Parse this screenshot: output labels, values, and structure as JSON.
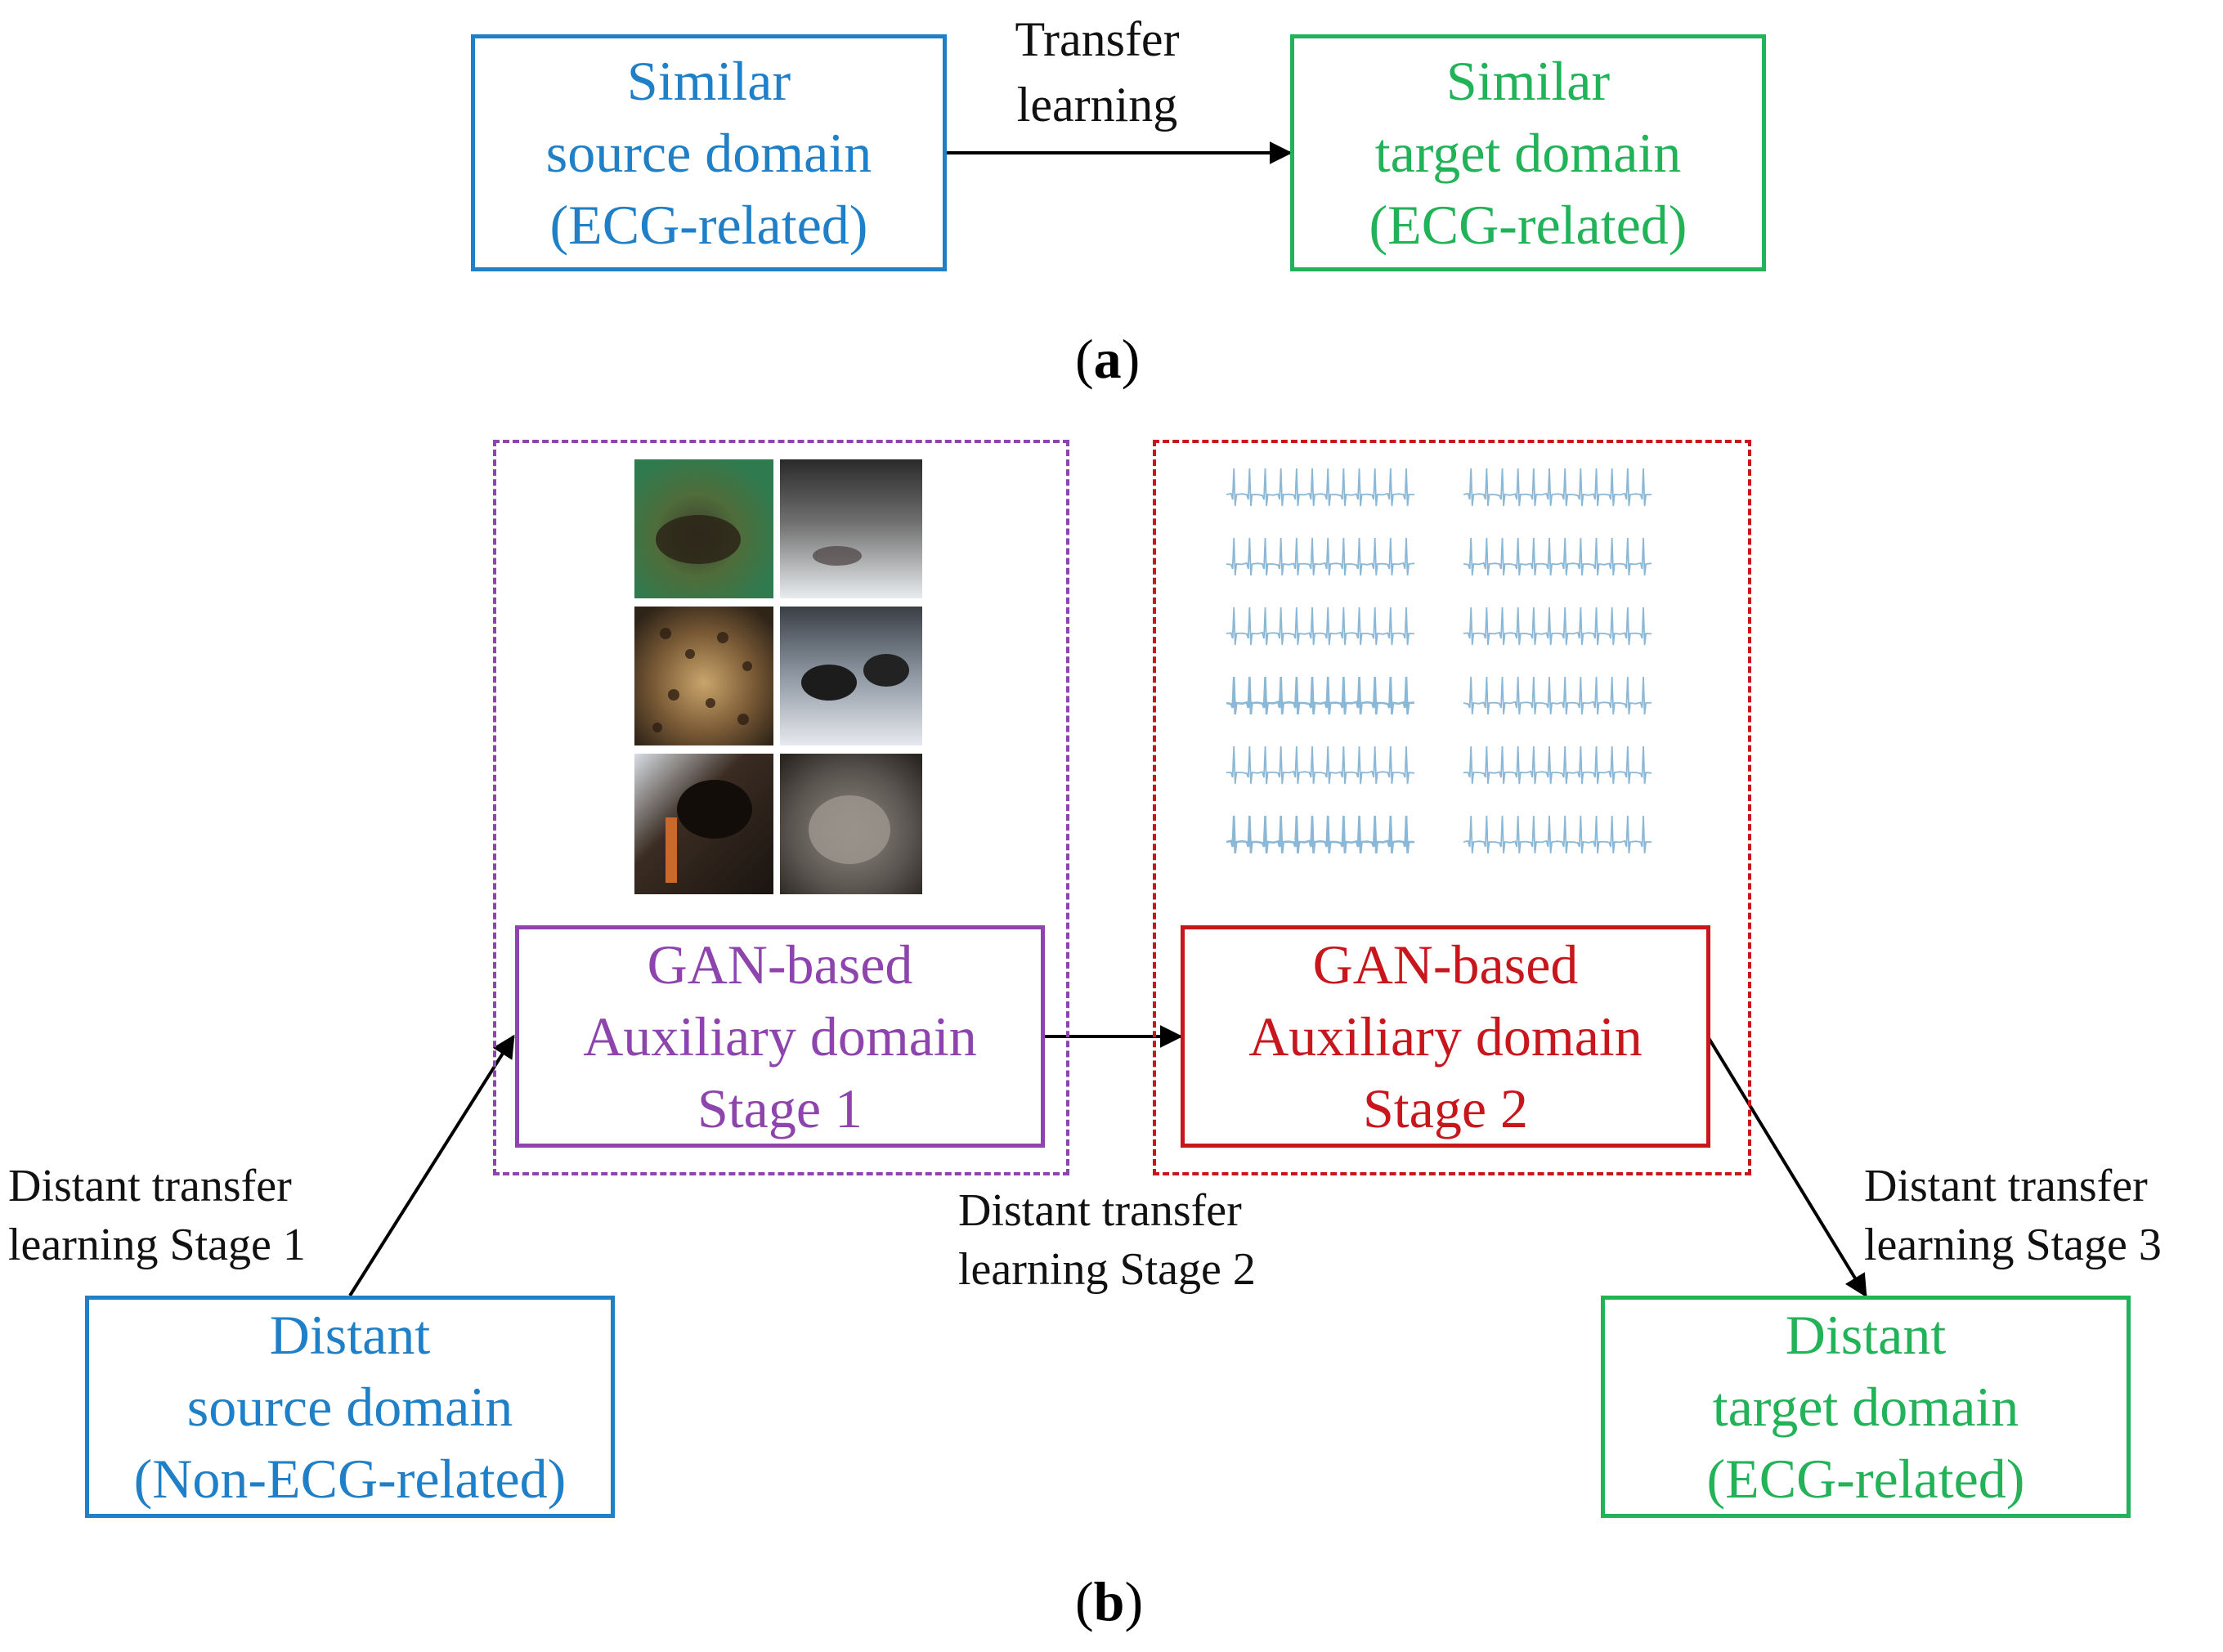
{
  "colors": {
    "blue": "#1f7fc7",
    "green": "#22b257",
    "purple": "#8e44ad",
    "red": "#c8161d",
    "ecg": "#8bb8d6"
  },
  "panel_a": {
    "source_box": [
      "Similar",
      "source domain",
      "(ECG-related)"
    ],
    "target_box": [
      "Similar",
      "target domain",
      "(ECG-related)"
    ],
    "arrow_label": [
      "Transfer",
      "learning"
    ],
    "caption_open": "(",
    "caption_letter": "a",
    "caption_close": ")"
  },
  "panel_b": {
    "stage1_box": [
      "GAN-based",
      "Auxiliary domain",
      "Stage 1"
    ],
    "stage2_box": [
      "GAN-based",
      "Auxiliary domain",
      "Stage 2"
    ],
    "distant_source_box": [
      "Distant",
      "source domain",
      "(Non-ECG-related)"
    ],
    "distant_target_box": [
      "Distant",
      "target domain",
      "(ECG-related)"
    ],
    "stage1_label": [
      "Distant transfer",
      "learning Stage 1"
    ],
    "stage2_label": [
      "Distant transfer",
      "learning Stage 2"
    ],
    "stage3_label": [
      "Distant transfer",
      "learning Stage 3"
    ],
    "image_grid_icons": [
      "sea-lion-photo",
      "snow-dogs-photo",
      "leopard-photo",
      "husky-dogs-photo",
      "rottweiler-photo",
      "cat-photo"
    ],
    "ecg_grid_icon": "ecg-waveform-thumbnail",
    "caption_open": "(",
    "caption_letter": "b",
    "caption_close": ")"
  }
}
